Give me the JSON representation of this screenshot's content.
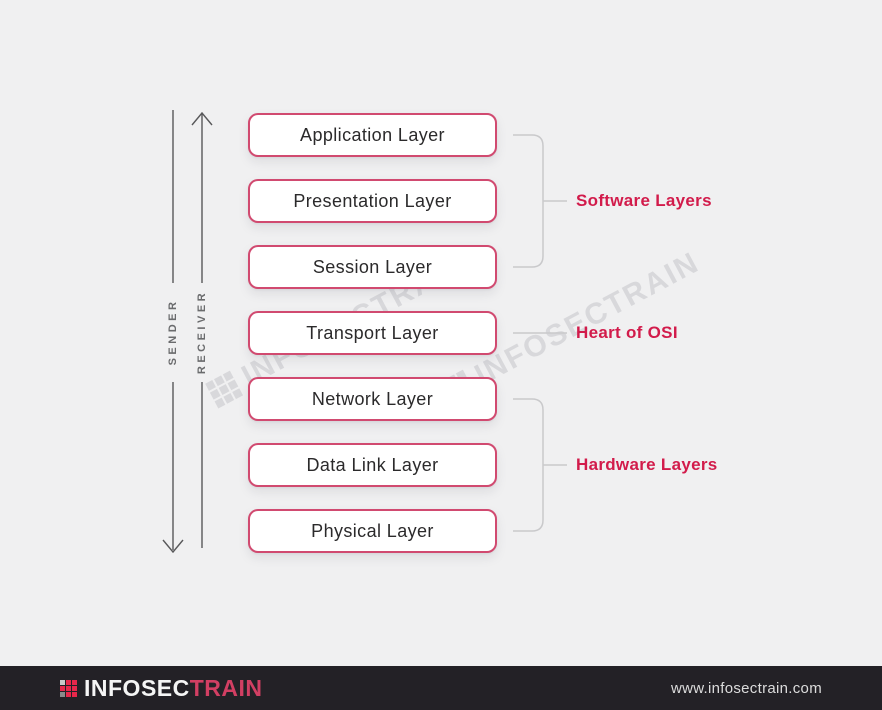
{
  "diagram": {
    "title_context": "OSI Model Layers",
    "layers": [
      "Application Layer",
      "Presentation Layer",
      "Session Layer",
      "Transport Layer",
      "Network Layer",
      "Data Link Layer",
      "Physical Layer"
    ],
    "groups": {
      "software": "Software Layers",
      "heart": "Heart of OSI",
      "hardware": "Hardware Layers"
    },
    "sender_label": "SENDER",
    "receiver_label": "RECEIVER",
    "watermark_text": "INFOSECTRAIN"
  },
  "footer": {
    "brand_part1": "INFOSEC",
    "brand_part2": "TRAIN",
    "website": "www.infosectrain.com"
  },
  "colors": {
    "background": "#f0f0f1",
    "box_border": "#d14a70",
    "box_fill": "#ffffff",
    "box_text": "#2b2a2b",
    "group_label_red": "#d21b4b",
    "bracket_gray": "#c9c9cb",
    "arrow_gray": "#58585a",
    "footer_bg": "#232126",
    "footer_brand_accent": "#d23f63",
    "watermark_gray": "#b9b9bf"
  }
}
